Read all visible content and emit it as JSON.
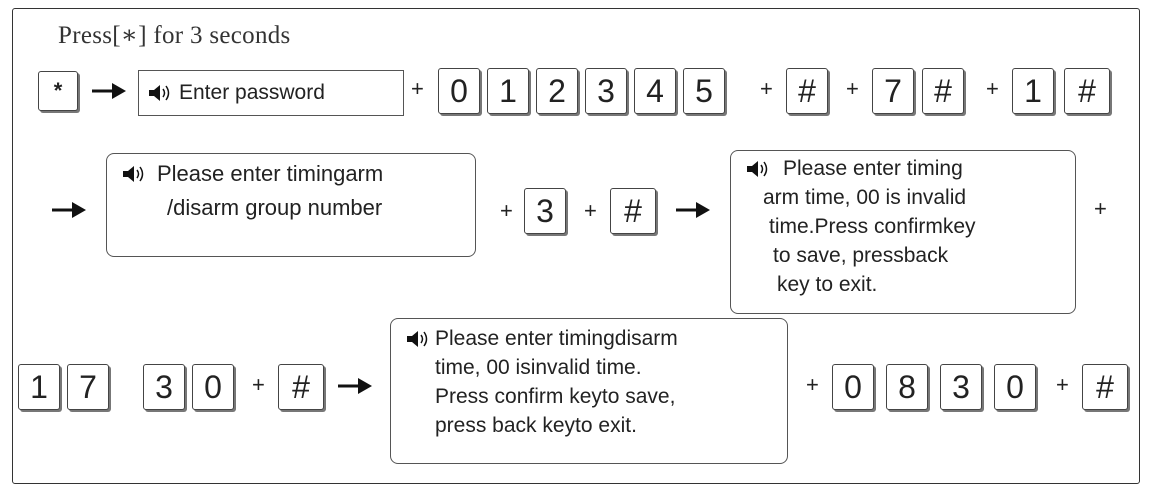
{
  "title": "Press[∗] for 3 seconds",
  "row1": {
    "star_key": "*",
    "prompt": "Enter password",
    "password_keys": [
      "0",
      "1",
      "2",
      "3",
      "4",
      "5"
    ],
    "hash": "#",
    "key_7": "7",
    "key_1": "1"
  },
  "row2": {
    "prompt_group": [
      "Please enter timingarm",
      "/disarm group number"
    ],
    "key_3": "3",
    "hash": "#",
    "prompt_arm_time": [
      "Please enter timing",
      "arm time, 00 is invalid",
      "time.Press confirmkey",
      "to save, pressback",
      "key to exit."
    ]
  },
  "row3": {
    "arm_time_keys": [
      "1",
      "7",
      "3",
      "0"
    ],
    "hash": "#",
    "prompt_disarm_time": [
      "Please enter timingdisarm",
      "time, 00 isinvalid time.",
      "Press confirm keyto save,",
      "press back keyto exit."
    ],
    "disarm_time_keys": [
      "0",
      "8",
      "3",
      "0"
    ],
    "hash_end": "#"
  },
  "plus_sign": "+",
  "icons": {
    "speaker": "speaker-icon",
    "arrow": "arrow-right-icon"
  }
}
